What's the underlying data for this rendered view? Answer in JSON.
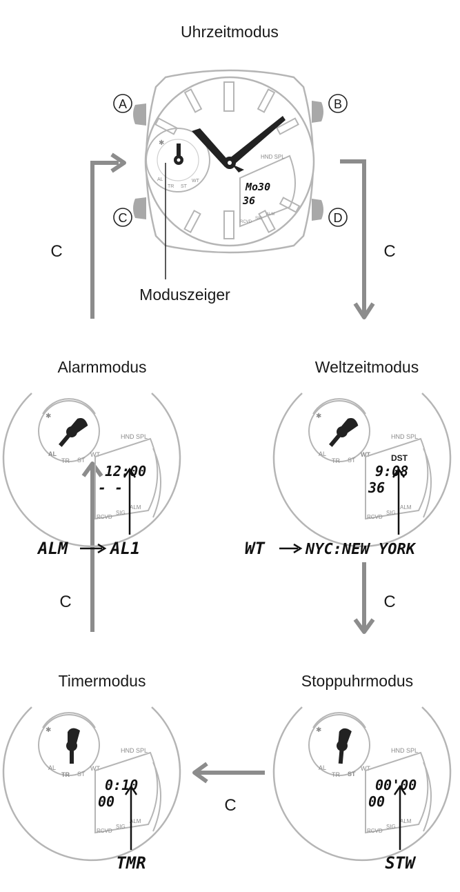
{
  "top_title": "Uhrzeitmodus",
  "pointer_label": "Moduszeiger",
  "buttons": {
    "a": "A",
    "b": "B",
    "c": "C",
    "d": "D"
  },
  "arrow_label": "C",
  "dial": {
    "hnd_spl": "HND SPL",
    "modes": [
      "AL",
      "TR",
      "ST",
      "WT"
    ],
    "signals": [
      "RCVD",
      "SIG",
      "ALM"
    ],
    "bt_symbol": "✱"
  },
  "timekeeping": {
    "line1": "Mo30",
    "line2": "36"
  },
  "alarm": {
    "title": "Alarmmodus",
    "time": "12:00",
    "sub": "- -",
    "caption_from": "ALM",
    "caption_to": "AL1",
    "active_mode": "AL"
  },
  "worldtime": {
    "title": "Weltzeitmodus",
    "dst": "DST",
    "time": "9:08",
    "sub": "36",
    "caption_from": "WT",
    "caption_to": "NYC:NEW YORK",
    "active_mode": "WT"
  },
  "timer": {
    "title": "Timermodus",
    "time": "0:10",
    "sub": "00",
    "caption": "TMR",
    "active_mode": "TR"
  },
  "stopwatch": {
    "title": "Stoppuhrmodus",
    "time": "00'00",
    "sub": "00",
    "caption": "STW",
    "active_mode": "ST"
  },
  "colors": {
    "outline": "#b5b5b5",
    "arrow": "#8c8c8c",
    "hand": "#222222",
    "button": "#a8a8a8"
  }
}
